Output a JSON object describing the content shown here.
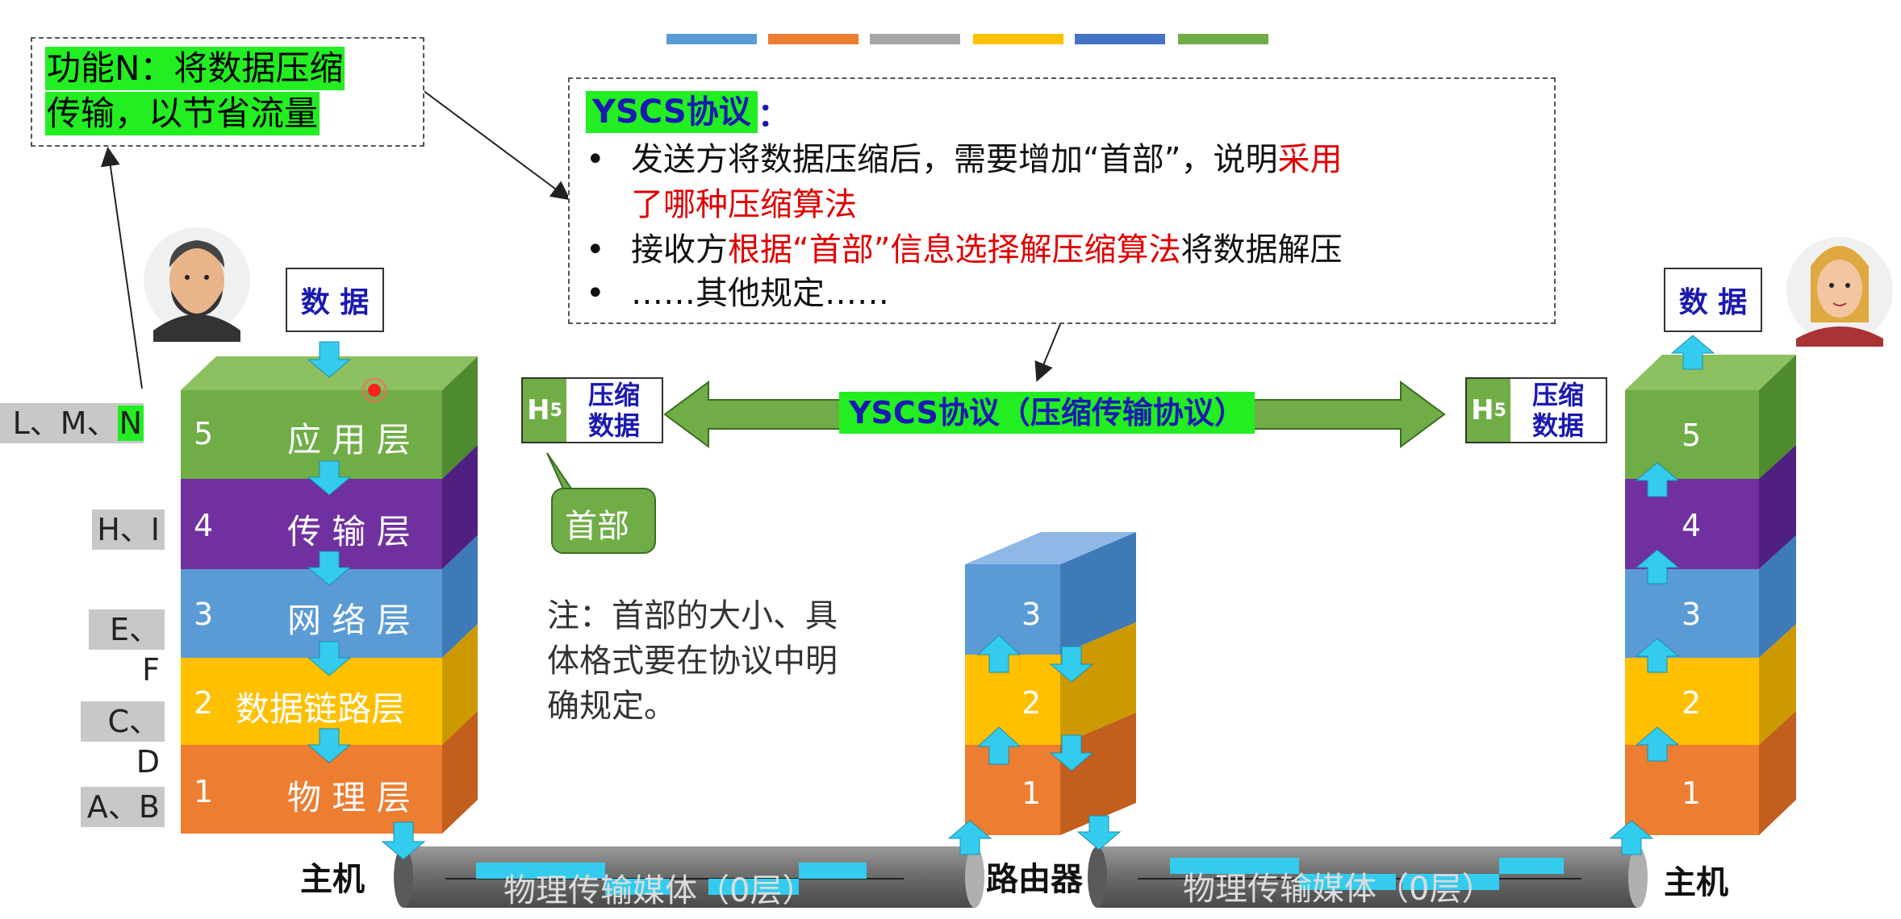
{
  "colors": {
    "bar1": "#5b9bd5",
    "bar2": "#ed7d31",
    "bar3": "#a5a5a5",
    "bar4": "#ffc000",
    "bar5": "#4472c4",
    "bar6": "#70ad47",
    "layer5": "#70ad47",
    "layer4": "#7030a0",
    "layer3": "#5b9bd5",
    "layer2": "#ffc000",
    "layer1": "#ed7d31",
    "highlight": "#22ee22",
    "red": "#e00000",
    "cyan": "#33ccee"
  },
  "function_note": {
    "line1": "功能N：将数据压缩",
    "line2": "传输，以节省流量"
  },
  "protocol_box": {
    "title": "YSCS协议",
    "title_colon": "：",
    "bullet": "•",
    "item1_a": "发送方将数据压缩后，需要增加“首部”，说明",
    "item1_b": "采用",
    "item1_c": "了哪种压缩算法",
    "item2_a": "接收方",
    "item2_b": "根据“首部”信息选择解压缩算法",
    "item2_c": "将数据解压",
    "item3": "……其他规定……"
  },
  "side_labels": [
    "L、M、",
    "N",
    "H、I",
    "E、F",
    "C、D",
    "A、B"
  ],
  "left_host": {
    "data_label": "数 据",
    "layers": [
      {
        "num": "5",
        "name": "应 用 层"
      },
      {
        "num": "4",
        "name": "传 输 层"
      },
      {
        "num": "3",
        "name": "网 络 层"
      },
      {
        "num": "2",
        "name": "数据链路层"
      },
      {
        "num": "1",
        "name": "物 理 层"
      }
    ],
    "caption": "主机"
  },
  "header_left": {
    "h": "H",
    "sub": "5",
    "line1": "压缩",
    "line2": "数据"
  },
  "header_right": {
    "h": "H",
    "sub": "5",
    "line1": "压缩",
    "line2": "数据"
  },
  "arrow_label": "YSCS协议（压缩传输协议）",
  "header_bubble": "首部",
  "note": {
    "line1": "注：首部的大小、具",
    "line2": "体格式要在协议中明",
    "line3": "确规定。"
  },
  "router": {
    "layers": [
      "3",
      "2",
      "1"
    ],
    "caption": "路由器"
  },
  "right_host": {
    "data_label": "数 据",
    "layers": [
      "5",
      "4",
      "3",
      "2",
      "1"
    ],
    "caption": "主机"
  },
  "medium": {
    "left": "物理传输媒体（0层）",
    "right": "物理传输媒体（0层）"
  }
}
